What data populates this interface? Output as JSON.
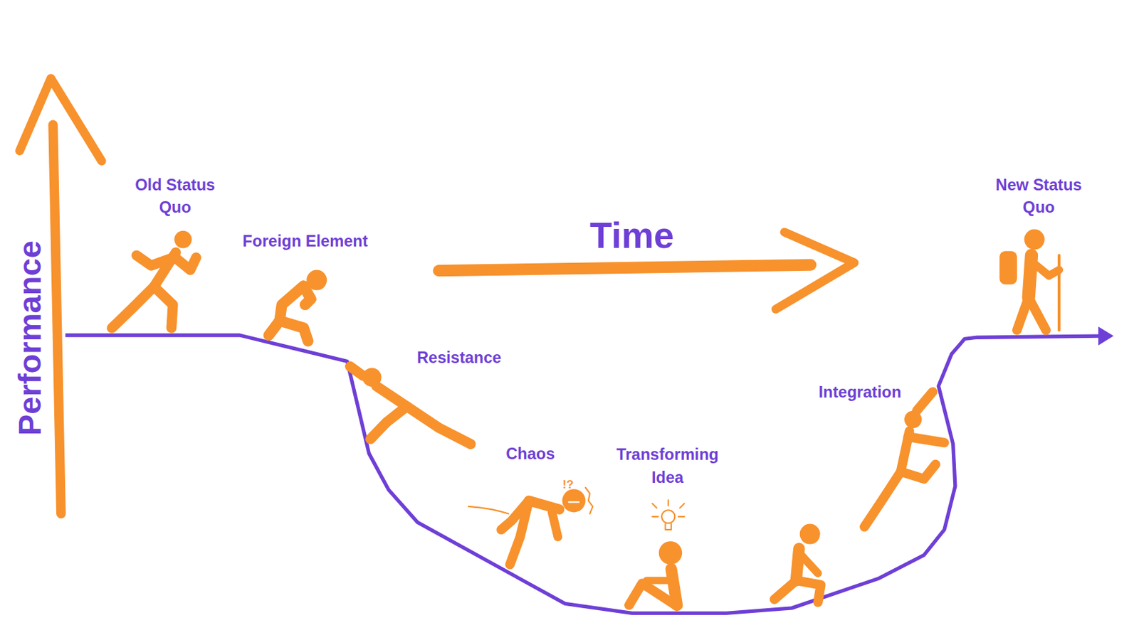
{
  "diagram": {
    "labels": [
      "Performance",
      "Old Status Quo",
      "Foreign Element",
      "Time",
      "New Status Quo",
      "Resistance",
      "Integration",
      "Chaos",
      "!?",
      "Transforming Idea"
    ]
  }
}
